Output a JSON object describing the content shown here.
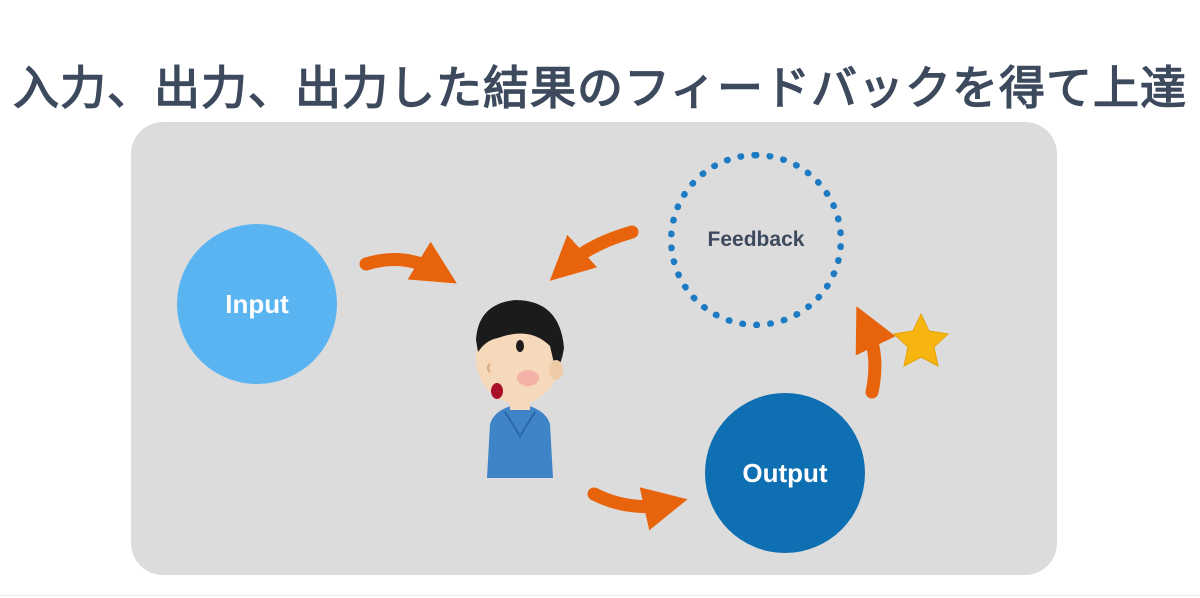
{
  "title": "入力、出力、出力した結果のフィードバックを得て上達",
  "nodes": {
    "input": "Input",
    "output": "Output",
    "feedback": "Feedback"
  },
  "colors": {
    "panel": "#dcdcdc",
    "input": "#5ab4f1",
    "output": "#0f6fb3",
    "feedback_ring": "#1c7bc3",
    "arrow": "#e8640c",
    "star": "#f7b512",
    "title": "#3d4a5e"
  },
  "icons": [
    "person-illustration",
    "star-icon",
    "arrow-input-to-person",
    "arrow-person-to-output",
    "arrow-output-to-feedback",
    "arrow-feedback-to-person"
  ]
}
